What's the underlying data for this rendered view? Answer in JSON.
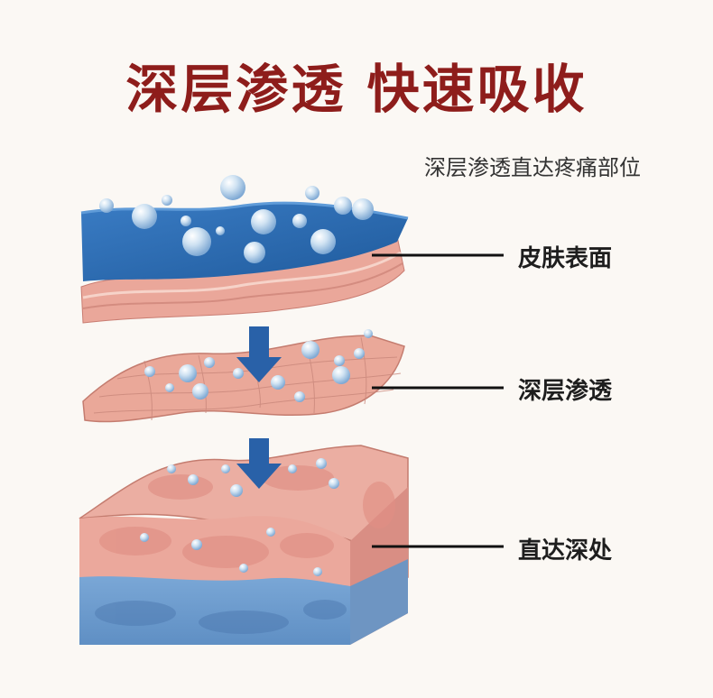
{
  "title": "深层渗透 快速吸收",
  "subtitle": "深层渗透直达疼痛部位",
  "layers": [
    {
      "label": "皮肤表面"
    },
    {
      "label": "深层渗透"
    },
    {
      "label": "直达深处"
    }
  ],
  "colors": {
    "title": "#8e1d1b",
    "skin": "#e9a79c",
    "skin_light": "#f3c7bb",
    "blue_layer": "#2f6eb3",
    "deep_blue": "#6f9fd0",
    "arrow": "#2961a8",
    "bubble": "#a9cbe7"
  },
  "icons": [
    "down-arrow-icon",
    "bubble-icon"
  ]
}
